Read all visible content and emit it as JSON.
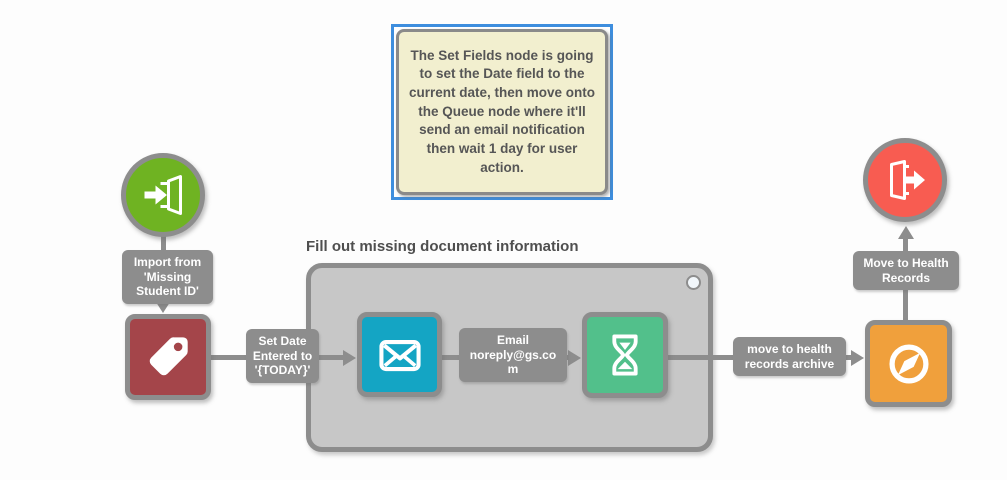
{
  "note": {
    "text": "The Set Fields node is going to set the Date field to the current date, then move onto the Queue node where it'll send an email notification then wait 1 day for user action.",
    "fill": "#f2efcf",
    "border_color": "#8a8a8a",
    "selection_color": "#3e8ede"
  },
  "group": {
    "title": "Fill out missing document information",
    "fill": "#c7c7c7",
    "border_color": "#8d8d8d"
  },
  "nodes": {
    "start": {
      "icon": "import-door-icon",
      "color": "#6fb322"
    },
    "set_fields": {
      "icon": "tag-icon",
      "color": "#a4454a"
    },
    "email": {
      "icon": "envelope-icon",
      "color": "#14a5c4"
    },
    "queue": {
      "icon": "hourglass-icon",
      "color": "#52c08b"
    },
    "move": {
      "icon": "compass-icon",
      "color": "#f0a03c"
    },
    "end": {
      "icon": "exit-door-icon",
      "color": "#f85c51"
    }
  },
  "labels": {
    "import": [
      "Import from",
      "'Missing",
      "Student ID'"
    ],
    "set_date": [
      "Set Date",
      "Entered to",
      "'{TODAY}'"
    ],
    "email": [
      "Email",
      "noreply@gs.co",
      "m"
    ],
    "archive": [
      "move to health",
      "records archive"
    ],
    "move": [
      "Move to Health",
      "Records"
    ]
  },
  "connector_color": "#8d8d8d"
}
